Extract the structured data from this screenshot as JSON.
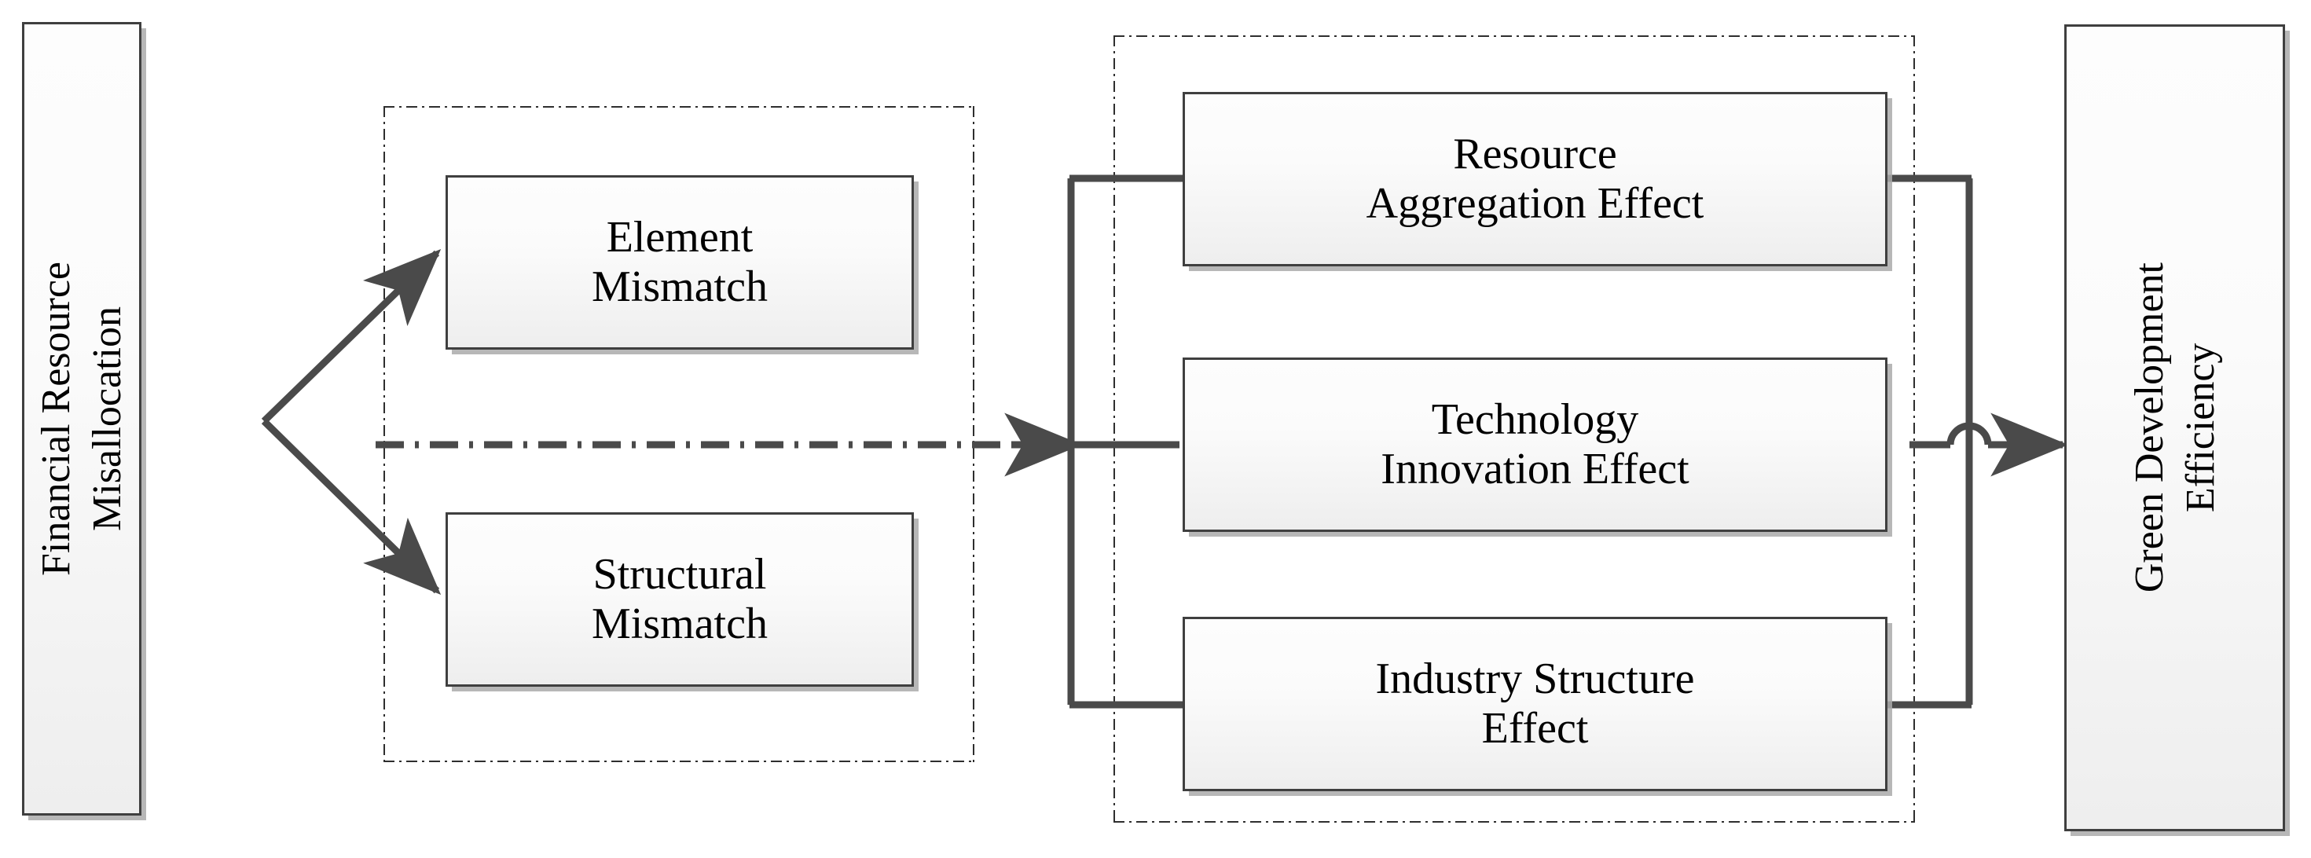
{
  "diagram": {
    "title": "Financial Resource Misallocation mechanism diagram",
    "colors": {
      "node_border": "#3f3f3f",
      "node_fill_top": "#fdfdfd",
      "node_fill_bottom": "#eeeeee",
      "connector": "#4a4a4a",
      "frame": "#2e2e2e",
      "shadow": "#aaaaaa",
      "text": "#000000",
      "background": "#ffffff"
    },
    "source": {
      "id": "financial-resource-misallocation",
      "label": "Financial Resource\nMisallocation",
      "orientation": "vertical"
    },
    "target": {
      "id": "green-development-efficiency",
      "label": "Green Development\nEfficiency",
      "orientation": "vertical"
    },
    "mismatch_group": {
      "id": "mismatch-group",
      "frame_style": "dash-dot",
      "nodes": [
        {
          "id": "element-mismatch",
          "label": "Element\nMismatch"
        },
        {
          "id": "structural-mismatch",
          "label": "Structural\nMismatch"
        }
      ]
    },
    "effect_group": {
      "id": "effect-group",
      "frame_style": "dash-dot",
      "nodes": [
        {
          "id": "resource-aggregation-effect",
          "label": "Resource\nAggregation Effect"
        },
        {
          "id": "technology-innovation-effect",
          "label": "Technology\nInnovation Effect"
        },
        {
          "id": "industry-structure-effect",
          "label": "Industry Structure\nEffect"
        }
      ]
    },
    "connectors": [
      {
        "id": "source-to-element-mismatch",
        "style": "solid-arrow",
        "from": "financial-resource-misallocation",
        "to": "element-mismatch"
      },
      {
        "id": "source-to-structural-mismatch",
        "style": "solid-arrow",
        "from": "financial-resource-misallocation",
        "to": "structural-mismatch"
      },
      {
        "id": "mismatch-to-effects",
        "style": "dash-dot-arrow",
        "from": "mismatch-group",
        "to": "effect-group"
      },
      {
        "id": "effects-to-target",
        "style": "solid-arrow",
        "from": "effect-group",
        "to": "green-development-efficiency"
      }
    ]
  }
}
